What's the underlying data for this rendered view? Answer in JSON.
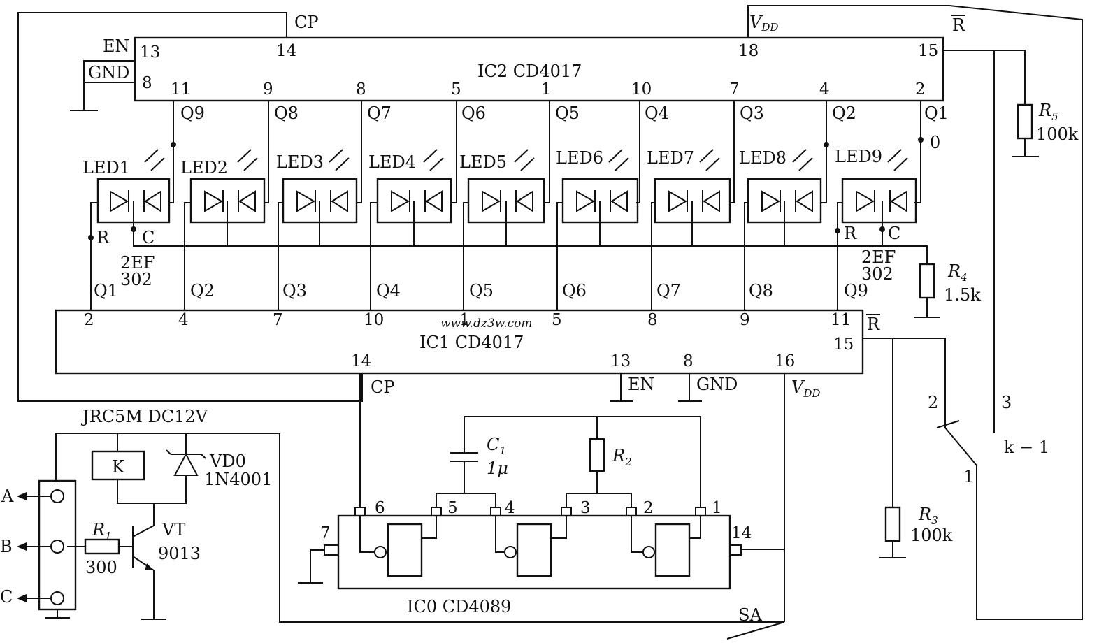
{
  "ic2": {
    "name": "IC2 CD4017",
    "pins_top": [
      "14",
      "18",
      "15"
    ],
    "pin_left_top": "13",
    "pin_left_bot": "8",
    "pins_bottom": [
      "11",
      "9",
      "8",
      "5",
      "1",
      "10",
      "7",
      "4",
      "2"
    ],
    "en": "EN",
    "gnd": "GND",
    "cp": "CP",
    "vdd": "V",
    "vdd_sub": "DD",
    "reset": "R"
  },
  "ic1": {
    "name": "IC1 CD4017",
    "pins_top": [
      "2",
      "4",
      "7",
      "10",
      "1",
      "5",
      "8",
      "9",
      "11"
    ],
    "pins_bottom": [
      "14",
      "13",
      "8",
      "16",
      "15"
    ],
    "reset": "R",
    "cp": "CP",
    "en": "EN",
    "gnd": "GND",
    "vdd": "V",
    "vdd_sub": "DD"
  },
  "q_labels": [
    "Q9",
    "Q8",
    "Q7",
    "Q6",
    "Q5",
    "Q4",
    "Q3",
    "Q2",
    "Q1"
  ],
  "q_labels_ic1": [
    "Q1",
    "Q2",
    "Q3",
    "Q4",
    "Q5",
    "Q6",
    "Q7",
    "Q8",
    "Q9"
  ],
  "leds": [
    "LED1",
    "LED2",
    "LED3",
    "LED4",
    "LED5",
    "LED6",
    "LED7",
    "LED8",
    "LED9"
  ],
  "led_part": {
    "line1": "2EF",
    "line2": "302"
  },
  "led_pins": {
    "r": "R",
    "c": "C",
    "zero": "0"
  },
  "resistors": {
    "r1": {
      "name": "R",
      "sub": "1",
      "value": "300"
    },
    "r2": {
      "name": "R",
      "sub": "2"
    },
    "r3": {
      "name": "R",
      "sub": "3",
      "value": "100k"
    },
    "r4": {
      "name": "R",
      "sub": "4",
      "value": "1.5k"
    },
    "r5": {
      "name": "R",
      "sub": "5",
      "value": "100k"
    }
  },
  "capacitor": {
    "name": "C",
    "sub": "1",
    "value": "1μ"
  },
  "relay": {
    "title": "JRC5M DC12V",
    "coil": "K"
  },
  "diode": {
    "name": "VD0",
    "part": "1N4001"
  },
  "transistor": {
    "name": "VT",
    "part": "9013"
  },
  "terminals": [
    "A",
    "B",
    "C"
  ],
  "ic0": {
    "name": "IC0 CD4089",
    "pins": [
      "6",
      "5",
      "4",
      "3",
      "2",
      "1",
      "7",
      "14"
    ]
  },
  "switch_k": {
    "p1": "1",
    "p2": "2",
    "p3": "3",
    "name": "k − 1"
  },
  "sa": "SA",
  "watermark": "www.dz3w.com"
}
